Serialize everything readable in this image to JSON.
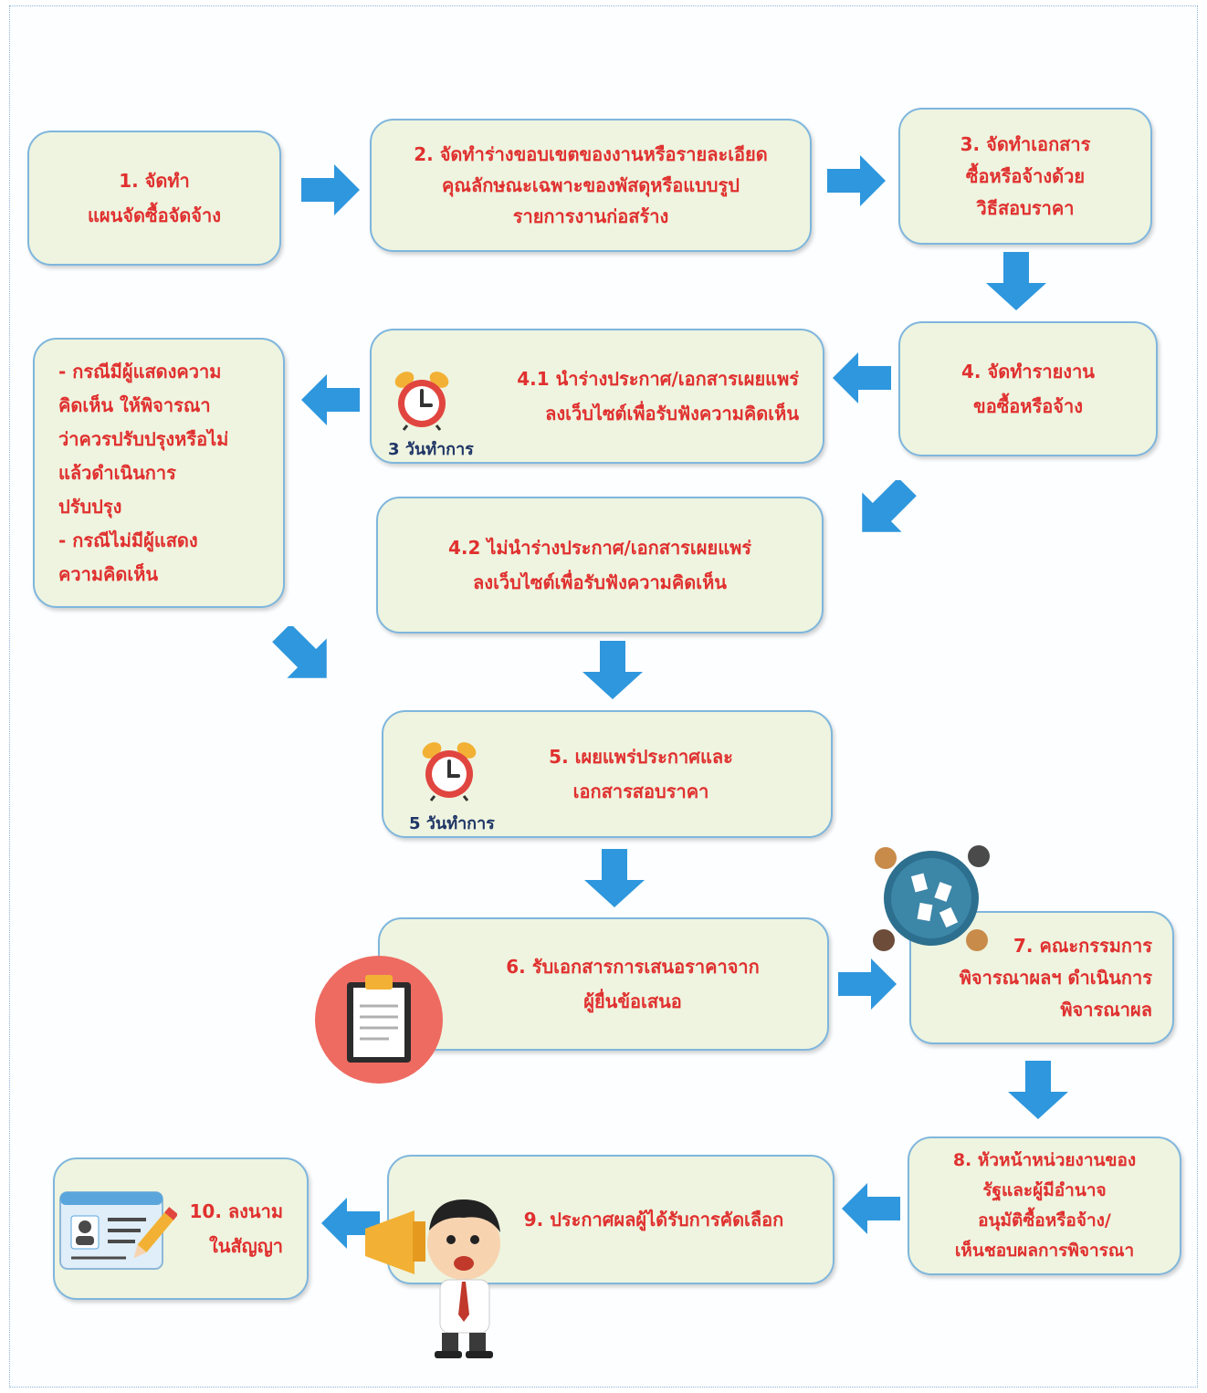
{
  "colors": {
    "box_fill": "#eef4df",
    "box_border": "#7fb6dd",
    "text": "#e0302f",
    "arrow": "#2f97dd",
    "days_text": "#1f3566"
  },
  "steps": {
    "s1": "1. จัดทำ\nแผนจัดซื้อจัดจ้าง",
    "s2": "2. จัดทำร่างขอบเขตของงานหรือรายละเอียด\nคุณลักษณะเฉพาะของพัสดุหรือแบบรูป\nรายการงานก่อสร้าง",
    "s3": "3. จัดทำเอกสาร\nซื้อหรือจ้างด้วย\nวิธีสอบราคา",
    "s4": "4. จัดทำรายงาน\nขอซื้อหรือจ้าง",
    "s41": "4.1 นำร่างประกาศ/เอกสารเผยแพร่\nลงเว็บไซต์เพื่อรับฟังความคิดเห็น",
    "s41_days": "3 วันทำการ",
    "side_note": "- กรณีมีผู้แสดงความ\nคิดเห็น ให้พิจารณา\nว่าควรปรับปรุงหรือไม่\nแล้วดำเนินการ\nปรับปรุง\n- กรณีไม่มีผู้แสดง\nความคิดเห็น",
    "s42": "4.2 ไม่นำร่างประกาศ/เอกสารเผยแพร่\nลงเว็บไซต์เพื่อรับฟังความคิดเห็น",
    "s5": "5. เผยแพร่ประกาศและ\nเอกสารสอบราคา",
    "s5_days": "5 วันทำการ",
    "s6": "6. รับเอกสารการเสนอราคาจาก\nผู้ยื่นข้อเสนอ",
    "s7": "7. คณะกรรมการ\nพิจารณาผลฯ ดำเนินการ\nพิจารณาผล",
    "s8": "8. หัวหน้าหน่วยงานของ\nรัฐและผู้มีอำนาจ\nอนุมัติซื้อหรือจ้าง/\nเห็นชอบผลการพิจารณา",
    "s9": "9. ประกาศผลผู้ได้รับการคัดเลือก",
    "s10": "10. ลงนาม\nในสัญญา"
  },
  "icons": [
    "alarm-clock-icon",
    "alarm-clock-icon",
    "clipboard-icon",
    "meeting-table-icon",
    "megaphone-man-icon",
    "contract-card-icon"
  ]
}
